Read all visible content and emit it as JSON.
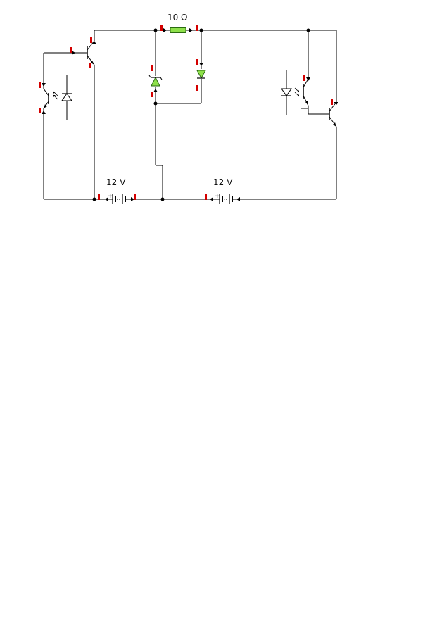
{
  "labels": {
    "resistor": "10 Ω",
    "battery_left": "12 V",
    "battery_right": "12 V"
  },
  "colors": {
    "wire": "#000000",
    "component_fill": "#8ee04a",
    "probe": "#d40000"
  },
  "components": [
    {
      "type": "resistor",
      "value": "10 Ω"
    },
    {
      "type": "battery",
      "value": "12 V"
    },
    {
      "type": "battery",
      "value": "12 V"
    },
    {
      "type": "diode"
    },
    {
      "type": "diode"
    },
    {
      "type": "npn-transistor"
    },
    {
      "type": "npn-transistor"
    },
    {
      "type": "optocoupler"
    },
    {
      "type": "optocoupler"
    }
  ]
}
